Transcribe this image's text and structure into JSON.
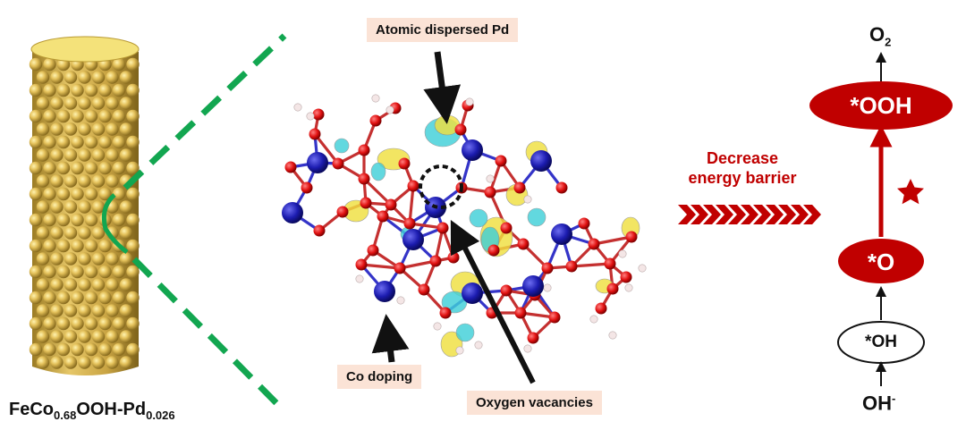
{
  "labels": {
    "pd": "Atomic dispersed Pd",
    "co": "Co doping",
    "ov": "Oxygen vacancies",
    "decrease_line1": "Decrease",
    "decrease_line2": "energy barrier"
  },
  "compound": {
    "part1": "FeCo",
    "sub1": "0.68",
    "part2": "OOH-Pd",
    "sub2": "0.026"
  },
  "pathway": {
    "o2_main": "O",
    "o2_sub": "2",
    "ooh": "*OOH",
    "o": "*O",
    "oh": "*OH",
    "ohm_main": "OH",
    "ohm_sup": "-"
  },
  "colors": {
    "accent_red": "#c00000",
    "dash_green": "#12a650",
    "label_bg": "#fbe3d6",
    "rod_gold": "#d8b64a"
  }
}
